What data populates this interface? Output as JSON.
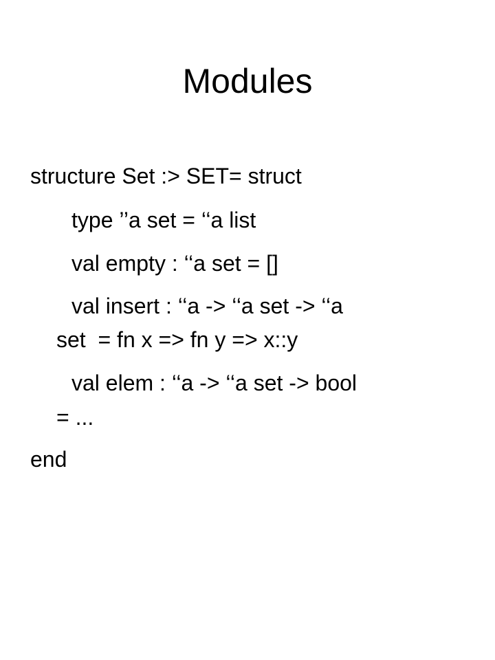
{
  "slide": {
    "title": "Modules",
    "lines": [
      "structure Set :> SET= struct",
      "type ’’a set = ‘‘a list",
      "val empty : ‘‘a set = []",
      "val insert : ‘‘a -> ‘‘a set -> ‘‘a",
      "set  = fn x => fn y => x::y",
      "val elem : ‘‘a -> ‘‘a set -> bool",
      "= ...",
      "end"
    ]
  }
}
